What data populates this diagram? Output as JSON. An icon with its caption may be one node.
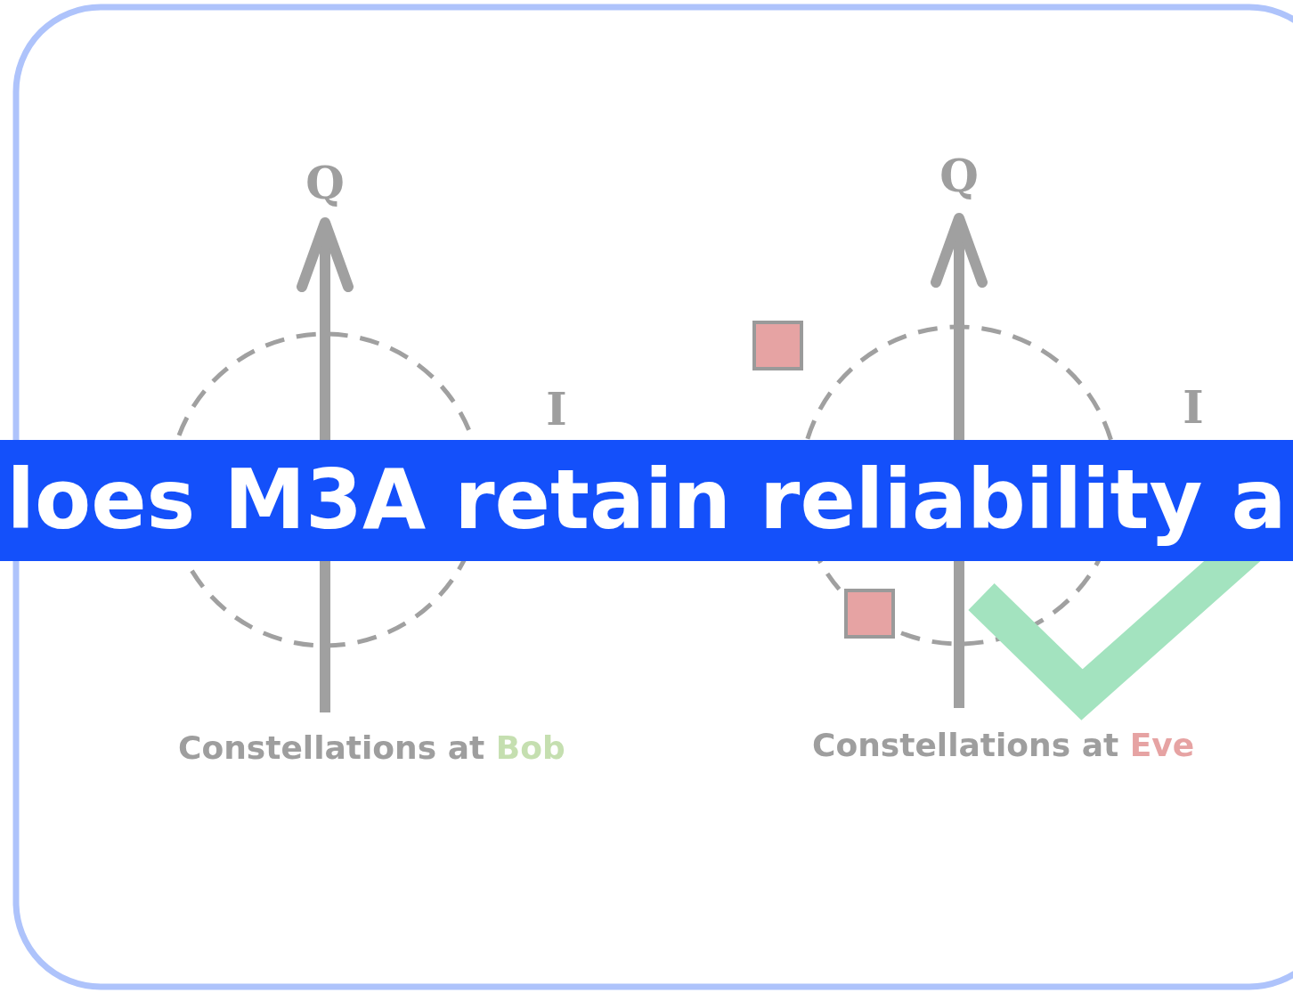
{
  "diagram": {
    "labels": [
      "Q",
      "Q",
      "I",
      "I",
      "loes M3A retain reliability a",
      "Constellations at Bob",
      "Constellations at Eve"
    ]
  }
}
